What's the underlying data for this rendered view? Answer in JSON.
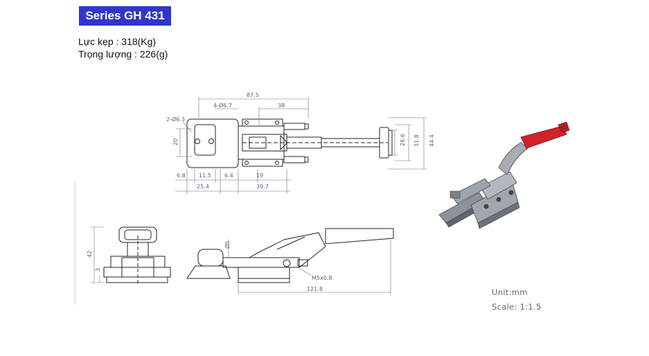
{
  "header": {
    "series": "Series GH 431"
  },
  "specs": {
    "force": "Lực kẹp : 318(Kg)",
    "weight": "Trọng lượng : 226(g)"
  },
  "notes": {
    "unit": "Unit:mm",
    "scale": "Scale: 1:1.5"
  },
  "dimensions": {
    "d87_5": "87.5",
    "d4_hole": "4-Ø6.7",
    "d38": "38",
    "d2_hole": "2-Ø6.3",
    "d20": "20",
    "d26_6": "26.6",
    "d31_8": "31.8",
    "d44_4": "44.4",
    "d6_8": "6.8",
    "d11_5": "11.5",
    "d6_4": "6.4",
    "d19": "19",
    "d25_4": "25.4",
    "d39_7": "39.7",
    "d42": "42",
    "d3": "3",
    "d5": "Ø5",
    "m5": "M5x0.8",
    "d121_8": "121.8"
  },
  "colors": {
    "badge": "#2f36c9",
    "handle_grip": "#d2232a",
    "body_metal": "#9aa0a8"
  }
}
